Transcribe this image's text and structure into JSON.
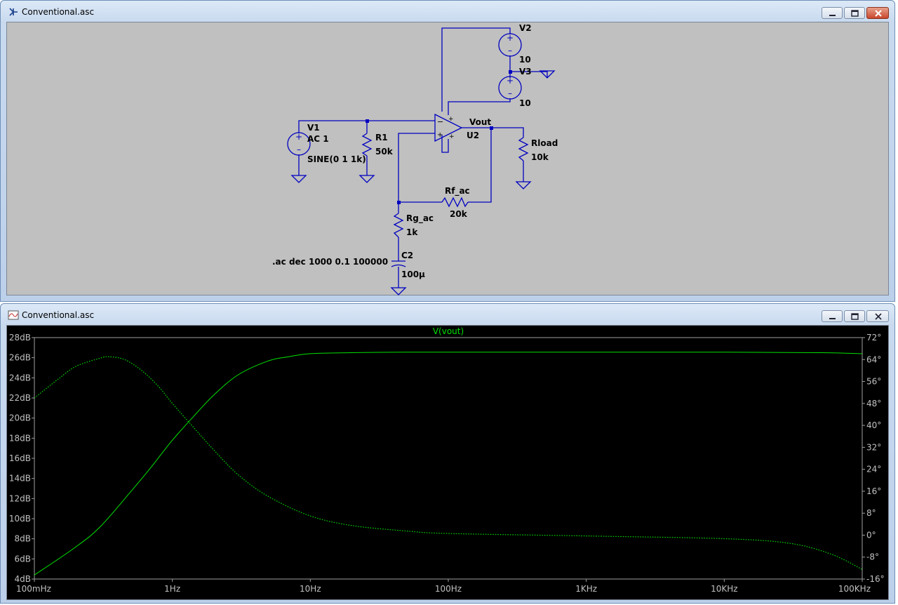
{
  "schematic_window": {
    "title": "Conventional.asc",
    "labels": {
      "v2": "V2",
      "v2_val": "10",
      "v3": "V3",
      "v3_val": "10",
      "v1": "V1",
      "v1_ac": "AC 1",
      "v1_sine": "SINE(0 1 1k)",
      "r1": "R1",
      "r1_val": "50k",
      "vout": "Vout",
      "u2": "U2",
      "rload": "Rload",
      "rload_val": "10k",
      "rf": "Rf_ac",
      "rf_val": "20k",
      "rg": "Rg_ac",
      "rg_val": "1k",
      "c2": "C2",
      "c2_val": "100µ",
      "directive": ".ac dec 1000 0.1 100000"
    }
  },
  "plot_window": {
    "title": "Conventional.asc",
    "trace_label": "V(vout)",
    "colors": {
      "trace": "#00e000",
      "grid": "#808080",
      "background": "#000000",
      "wire": "#0000c0"
    }
  },
  "chart_data": {
    "type": "line",
    "title": "V(vout)",
    "x_scale": "log",
    "xlim": [
      0.1,
      100000
    ],
    "x_ticks": [
      "100mHz",
      "1Hz",
      "10Hz",
      "100Hz",
      "1KHz",
      "10KHz",
      "100KHz"
    ],
    "x_tick_values": [
      0.1,
      1,
      10,
      100,
      1000,
      10000,
      100000
    ],
    "ylim": [
      4,
      28
    ],
    "y_ticks": [
      "4dB",
      "6dB",
      "8dB",
      "10dB",
      "12dB",
      "14dB",
      "16dB",
      "18dB",
      "20dB",
      "22dB",
      "24dB",
      "26dB",
      "28dB"
    ],
    "y2lim": [
      -16,
      72
    ],
    "y2_ticks": [
      "-16°",
      "-8°",
      "0°",
      "8°",
      "16°",
      "24°",
      "32°",
      "40°",
      "48°",
      "56°",
      "64°",
      "72°"
    ],
    "grid": false,
    "series": [
      {
        "name": "V(vout)",
        "quantity": "magnitude",
        "axis": "left",
        "style": "solid",
        "x": [
          0.1,
          0.2,
          0.3,
          0.5,
          0.7,
          1,
          1.5,
          2,
          3,
          5,
          7,
          10,
          20,
          50,
          100,
          1000,
          10000,
          50000,
          100000
        ],
        "y": [
          4.4,
          7.2,
          9.2,
          12.7,
          15.1,
          17.8,
          20.5,
          22.3,
          24.3,
          25.7,
          26.1,
          26.4,
          26.5,
          26.55,
          26.55,
          26.55,
          26.55,
          26.5,
          26.4
        ]
      },
      {
        "name": "V(vout)",
        "quantity": "phase",
        "axis": "right",
        "style": "dotted",
        "x": [
          0.1,
          0.15,
          0.2,
          0.3,
          0.35,
          0.45,
          0.6,
          0.8,
          1,
          1.5,
          2,
          3,
          5,
          10,
          20,
          50,
          100,
          1000,
          10000,
          30000,
          60000,
          100000
        ],
        "y": [
          50,
          57,
          61.5,
          64.5,
          65,
          64,
          60,
          54,
          48,
          38,
          31,
          22,
          14,
          7,
          3.5,
          1.5,
          0.6,
          -0.3,
          -1.3,
          -3,
          -7,
          -12.5
        ]
      }
    ]
  }
}
